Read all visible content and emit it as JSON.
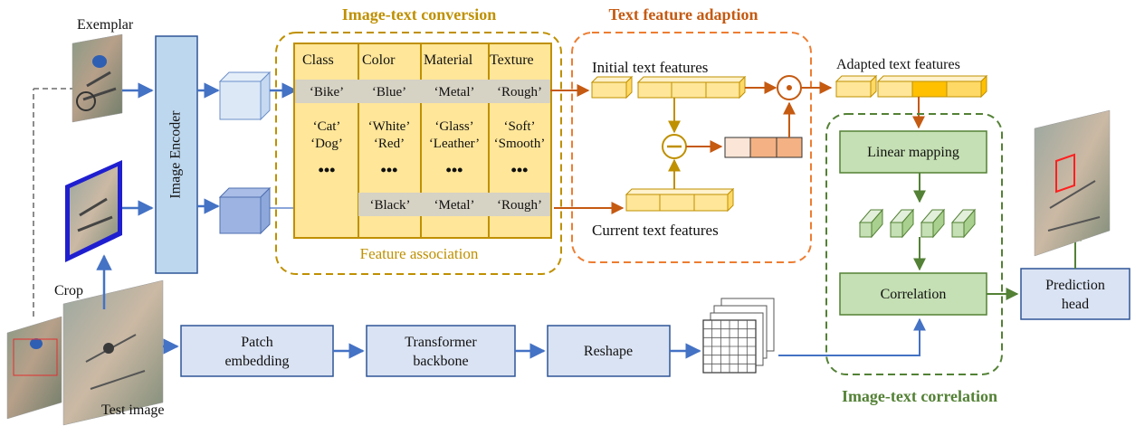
{
  "inputs": {
    "exemplar_label": "Exemplar",
    "crop_label": "Crop",
    "test_image_label": "Test image"
  },
  "encoder": {
    "label": "Image Encoder"
  },
  "conversion": {
    "title": "Image-text conversion",
    "columns": [
      "Class",
      "Color",
      "Material",
      "Texture"
    ],
    "top_row": [
      "‘Bike’",
      "‘Blue’",
      "‘Metal’",
      "‘Rough’"
    ],
    "candidates": [
      [
        "‘Cat’",
        "‘Dog’"
      ],
      [
        "‘White’",
        "‘Red’"
      ],
      [
        "‘Glass’",
        "‘Leather’"
      ],
      [
        "‘Soft’",
        "‘Smooth’"
      ]
    ],
    "ellipsis": "•••",
    "bottom_row": [
      "‘Black’",
      "‘Metal’",
      "‘Rough’"
    ],
    "footer": "Feature association"
  },
  "adaption": {
    "title": "Text feature adaption",
    "initial_label": "Initial text features",
    "current_label": "Current text features",
    "adapted_label": "Adapted text features"
  },
  "correlation": {
    "title": "Image-text correlation",
    "linear_label": "Linear mapping",
    "correlation_label": "Correlation"
  },
  "pipeline": {
    "patch_label": [
      "Patch",
      "embedding"
    ],
    "transformer_label": [
      "Transformer",
      "backbone"
    ],
    "reshape_label": "Reshape"
  },
  "head": {
    "label": [
      "Prediction",
      "head"
    ]
  },
  "colors": {
    "blue_arrow": "#4472c4",
    "orange": "#c55a11",
    "gold": "#bf9000",
    "green": "#538135",
    "encoder_fill": "#bdd7ee",
    "table_fill": "#ffe699",
    "box_fill": "#dae3f3",
    "green_fill": "#c5e0b4"
  }
}
